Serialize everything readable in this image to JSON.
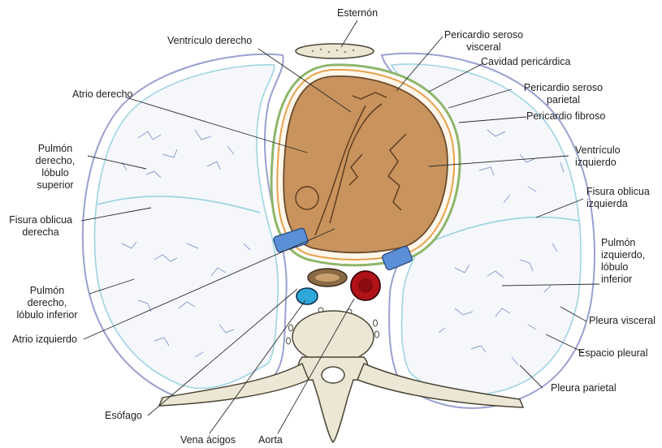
{
  "labels": {
    "esternon": "Esternón",
    "ventriculo_derecho": "Ventrículo derecho",
    "pericardio_seroso_visceral": "Pericardio seroso\nvisceral",
    "cavidad_pericardica": "Cavidad pericárdica",
    "atrio_derecho": "Atrio derecho",
    "pericardio_seroso_parietal": "Pericardio seroso\nparietal",
    "pericardio_fibroso": "Pericardio fibroso",
    "pulmon_derecho_superior": "Pulmón\nderecho,\nlóbulo\nsuperior",
    "ventriculo_izquierdo": "Ventrículo\nizquierdo",
    "fisura_oblicua_izquierda": "Fisura oblicua\nizquierda",
    "fisura_oblicua_derecha": "Fisura oblicua\nderecha",
    "pulmon_izquierdo_inferior": "Pulmón\nizquierdo,\nlóbulo\ninferior",
    "pulmon_derecho_inferior": "Pulmón\nderecho,\nlóbulo inferior",
    "pleura_visceral": "Pleura visceral",
    "atrio_izquierdo": "Atrio izquierdo",
    "espacio_pleural": "Espacio pleural",
    "pleura_parietal": "Pleura parietal",
    "esofago": "Esófago",
    "vena_acigos": "Vena ácigos",
    "aorta": "Aorta"
  },
  "colors": {
    "heart": "#c8935c",
    "heart_outline": "#6b4a2c",
    "pericardium_green": "#8fb56a",
    "pericardium_orange": "#e8a04a",
    "pleura": "#9aa0d0",
    "lung_fill": "#f5f7fb",
    "vessel_lines": "#8aa0cc",
    "fissure": "#9fd4e0",
    "bone": "#ebe7d4",
    "bone_outline": "#4a4636",
    "aorta": "#b01218",
    "azygos": "#2ea8d8",
    "esophagus": "#8a6a44",
    "cava_blue": "#5b8fd6"
  }
}
